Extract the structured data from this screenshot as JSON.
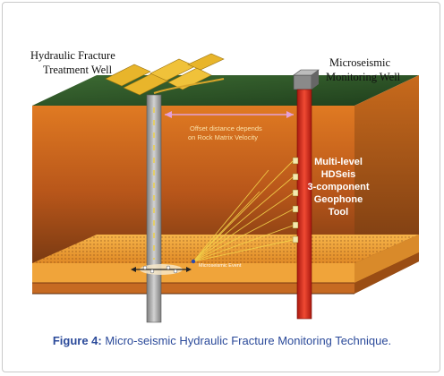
{
  "labels": {
    "treatment_well_line1": "Hydraulic Fracture",
    "treatment_well_line2": "Treatment Well",
    "monitoring_well_line1": "Microseismic",
    "monitoring_well_line2": "Monitoring Well",
    "offset_line1": "Offset distance depends",
    "offset_line2": "on Rock Matrix Velocity",
    "tool_line1": "Multi-level",
    "tool_line2": "HDSeis",
    "tool_line3": "3-component",
    "tool_line4": "Geophone",
    "tool_line5": "Tool",
    "event_label": "Microseismic Event"
  },
  "caption": {
    "prefix": "Figure 4:",
    "text": " Micro-seismic Hydraulic Fracture Monitoring Technique."
  },
  "colors": {
    "grass": "#2f5a2a",
    "earth_front": "#c8661c",
    "earth_side": "#a8500f",
    "layer_top": "#f3a83b",
    "treatment_well": "#9a9a9a",
    "monitoring_well": "#d92b1f",
    "ray": "#f3d24a",
    "tool_text": "#ffffff",
    "offset_text": "#fbe2a8",
    "caption_text": "#2b4a9a"
  }
}
